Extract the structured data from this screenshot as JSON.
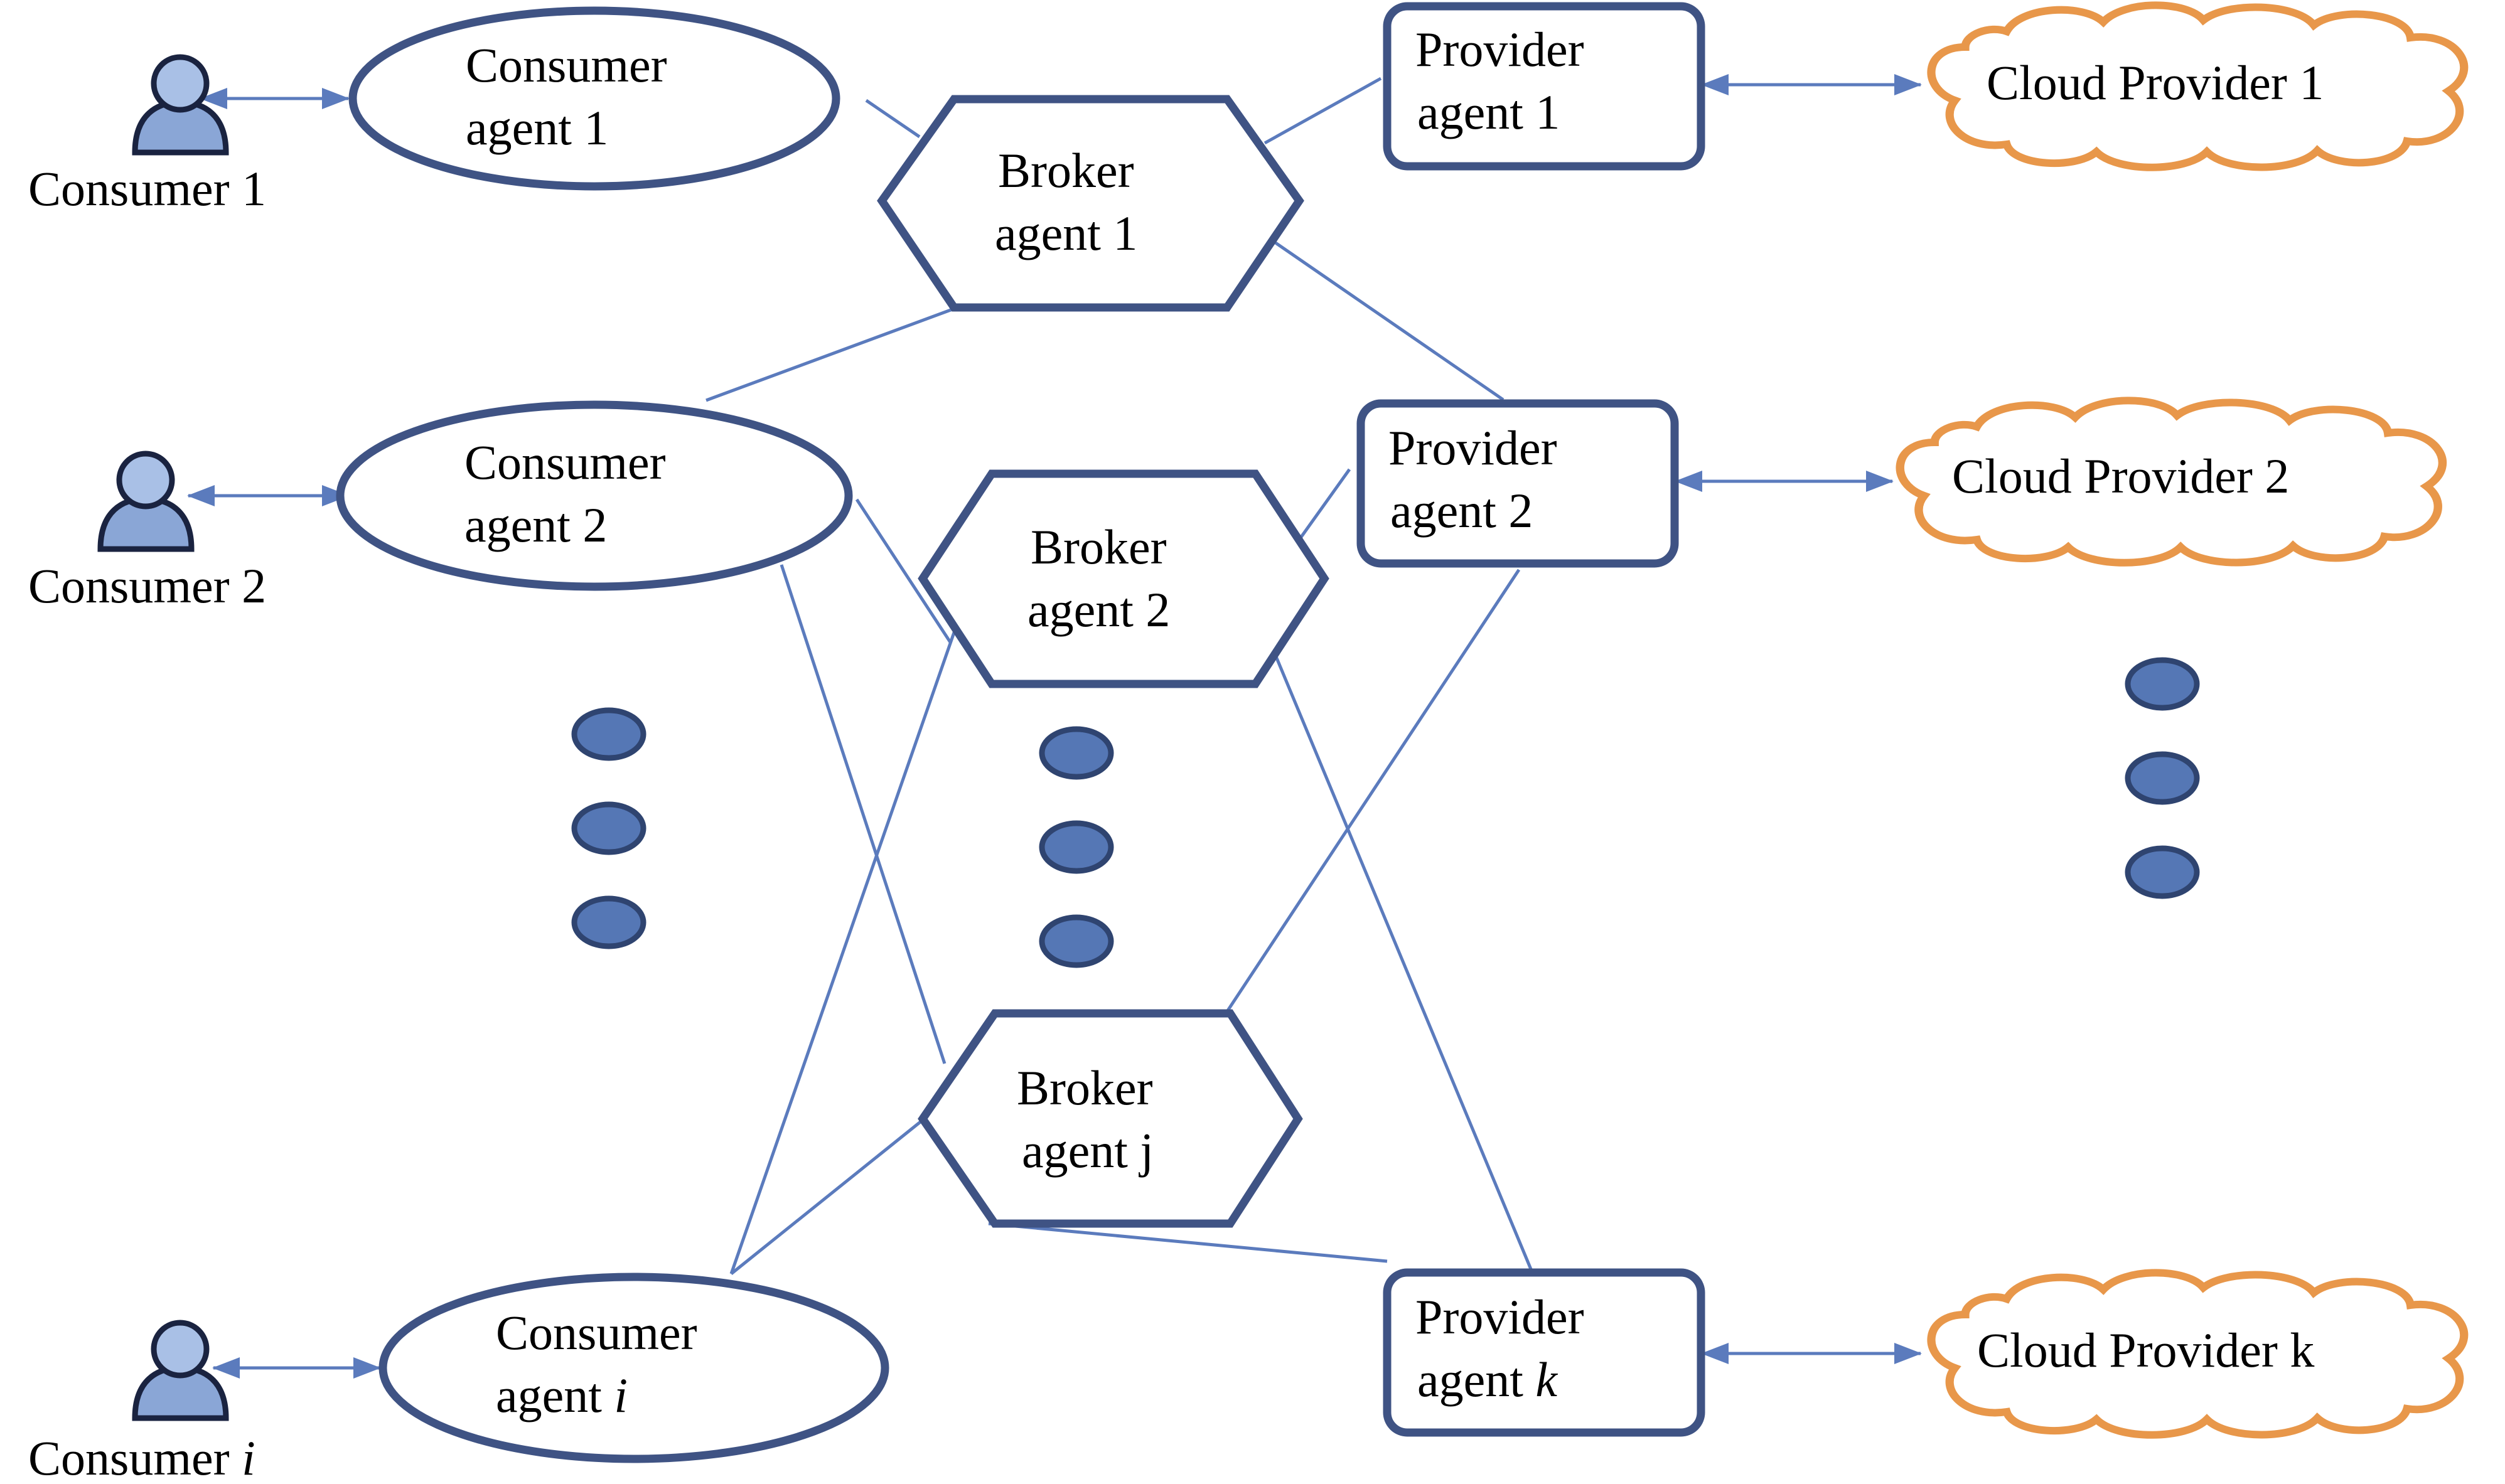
{
  "colors": {
    "stroke": "#3f5384",
    "connector": "#5b7bbd",
    "cloud": "#e8974a",
    "dot_fill": "#5577b5",
    "dot_stroke": "#2f4470",
    "person": "#8aa6d6"
  },
  "consumers": [
    {
      "icon": "person-icon",
      "label": "Consumer 1"
    },
    {
      "icon": "person-icon",
      "label": "Consumer 2"
    },
    {
      "icon": "person-icon",
      "label_prefix": "Consumer",
      "label_var": "i"
    }
  ],
  "consumer_agents": [
    {
      "line1": "Consumer",
      "line2": "agent 1"
    },
    {
      "line1": "Consumer",
      "line2": "agent 2"
    },
    {
      "line1": "Consumer",
      "line2_prefix": "agent",
      "line2_var": "i"
    }
  ],
  "broker_agents": [
    {
      "line1": "Broker",
      "line2": "agent 1"
    },
    {
      "line1": "Broker",
      "line2": "agent 2"
    },
    {
      "line1": "Broker",
      "line2": "agent j"
    }
  ],
  "provider_agents": [
    {
      "line1": "Provider",
      "line2": "agent 1"
    },
    {
      "line1": "Provider",
      "line2": "agent 2"
    },
    {
      "line1": "Provider",
      "line2_prefix": "agent",
      "line2_var": "k"
    }
  ],
  "cloud_providers": [
    {
      "label": "Cloud Provider 1"
    },
    {
      "label": "Cloud Provider 2"
    },
    {
      "label": "Cloud Provider k"
    }
  ]
}
